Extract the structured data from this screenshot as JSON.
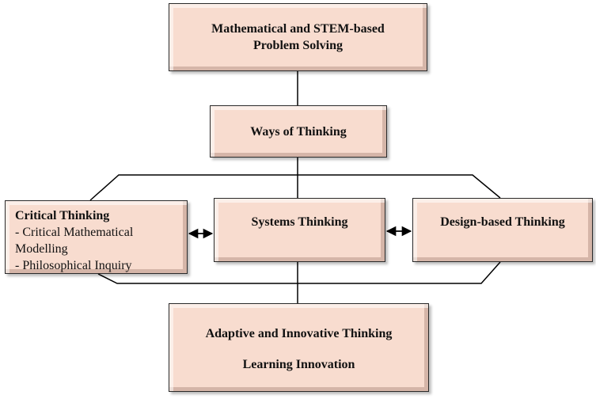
{
  "diagram": {
    "top": {
      "line1": "Mathematical and STEM-based",
      "line2": "Problem Solving"
    },
    "ways": {
      "label": "Ways of Thinking"
    },
    "critical": {
      "title": "Critical Thinking",
      "item1": "- Critical Mathematical",
      "item1_cont": "Modelling",
      "item2": "- Philosophical Inquiry"
    },
    "systems": {
      "label": "Systems Thinking"
    },
    "design": {
      "label": "Design-based Thinking"
    },
    "bottom": {
      "line1": "Adaptive and Innovative Thinking",
      "line2": "Learning Innovation"
    },
    "colors": {
      "box_fill": "#f8dccf",
      "box_border": "#2a2a2a",
      "connector": "#000000"
    }
  }
}
